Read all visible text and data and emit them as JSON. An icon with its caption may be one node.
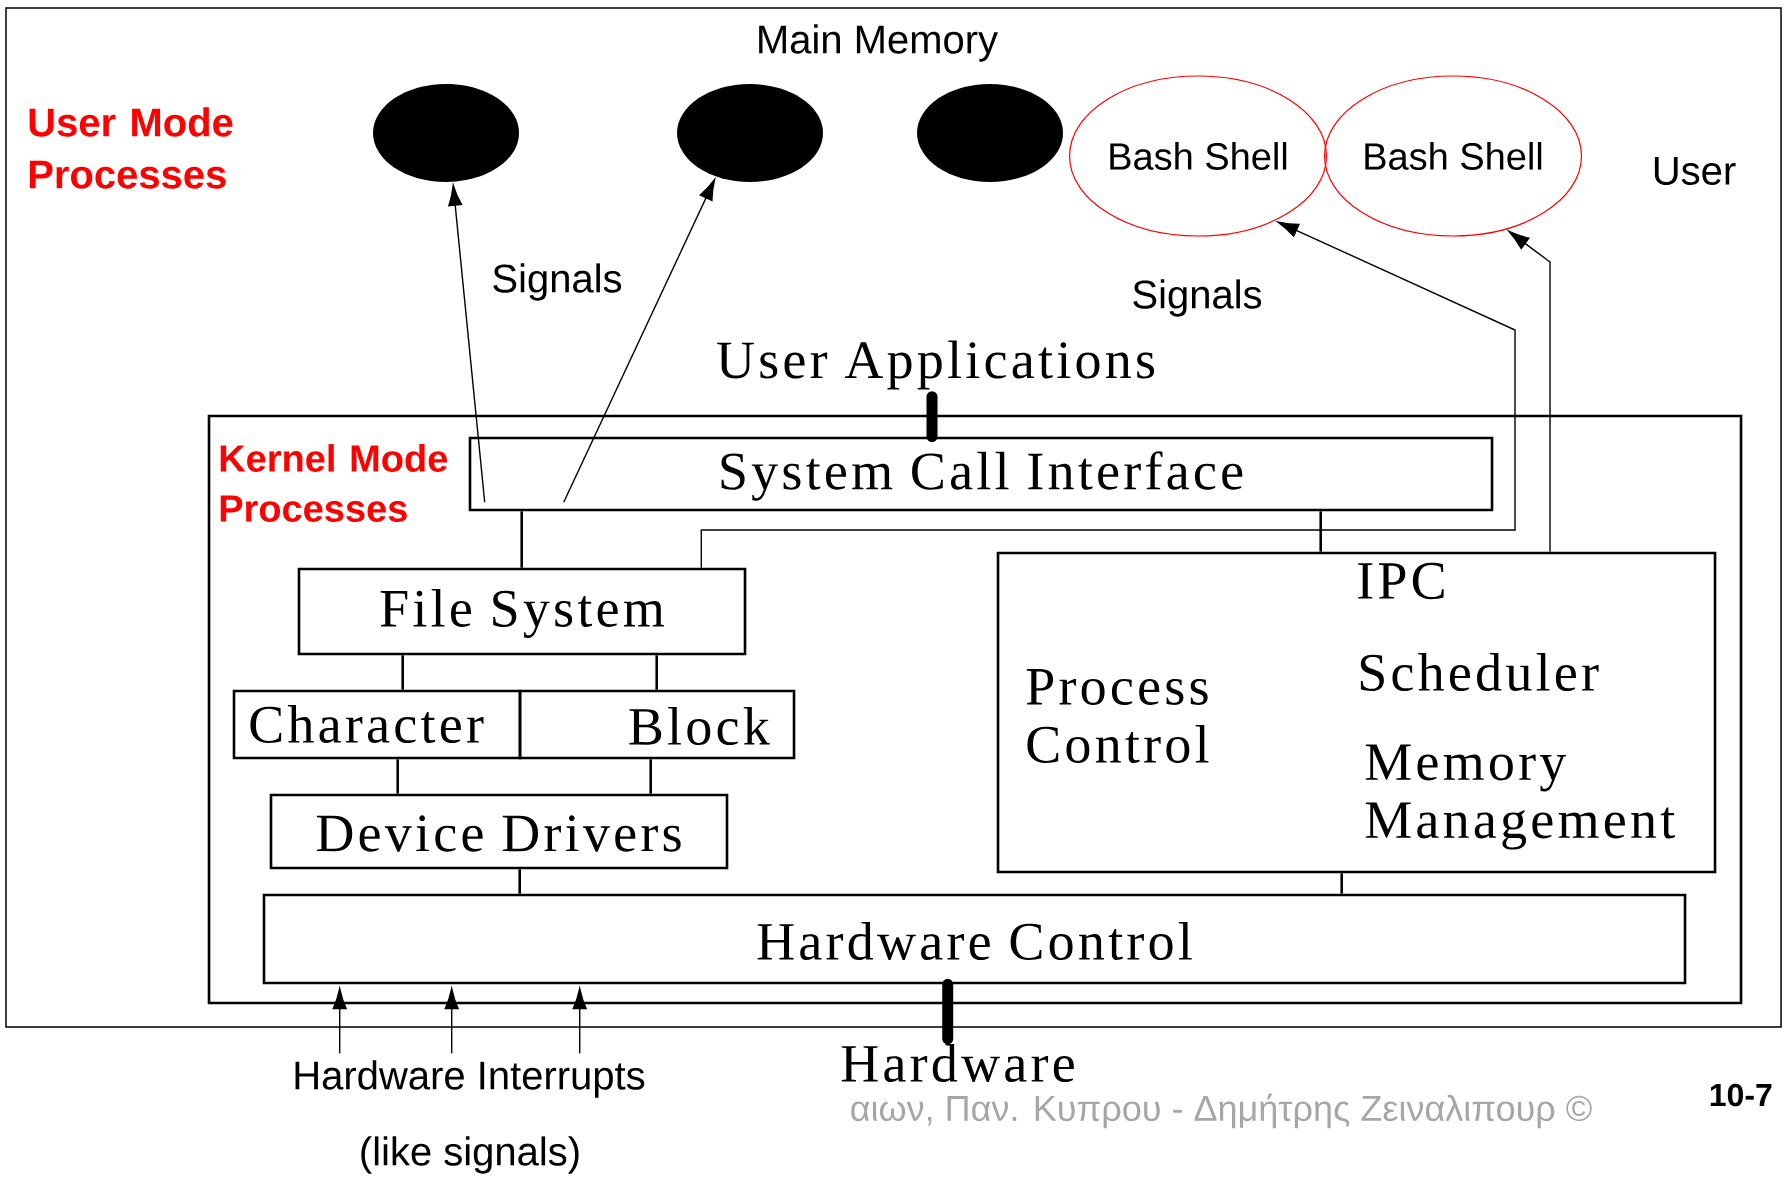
{
  "diagram": {
    "nodes": [
      {
        "text": [],
        "shape": "circle"
      },
      {
        "text": [],
        "shape": "circle"
      },
      {
        "text": [],
        "shape": "circle"
      },
      {
        "text": [
          "Bash Shell"
        ]
      },
      {
        "text": [
          "Bash Shell"
        ]
      },
      {
        "text": [
          "User Applications"
        ]
      },
      {
        "text": [
          "Kernel Mode Processes"
        ]
      },
      {
        "text": [
          "System Call Interface"
        ],
        "in": 6
      },
      {
        "text": [
          "File System"
        ],
        "in": 6
      },
      {
        "text": [
          "Character"
        ],
        "in": 6
      },
      {
        "text": [
          "Block"
        ],
        "in": 6
      },
      {
        "text": [
          "Device Drivers"
        ],
        "in": 6
      },
      {
        "text": [
          "IPC",
          "Process Control",
          "Scheduler",
          "Memory Management"
        ],
        "in": 6
      },
      {
        "text": [
          "Hardware Control"
        ],
        "in": 6
      },
      {
        "text": [
          "Hardware"
        ]
      },
      {
        "text": [
          "Hardware Interrupts",
          "(like signals)"
        ]
      }
    ],
    "edges": [
      {
        "from": 7,
        "to": 0,
        "arrow": "to"
      },
      {
        "from": 7,
        "to": 1,
        "arrow": "to"
      },
      {
        "from": 8,
        "to": 3,
        "arrow": "to"
      },
      {
        "from": 12,
        "to": 4,
        "arrow": "to"
      },
      {
        "from": 5,
        "to": 7,
        "arrow": "none",
        "style": "thick"
      },
      {
        "from": 7,
        "to": 8,
        "arrow": "none"
      },
      {
        "from": 7,
        "to": 12,
        "arrow": "none"
      },
      {
        "from": 8,
        "to": 9,
        "arrow": "none"
      },
      {
        "from": 8,
        "to": 10,
        "arrow": "none"
      },
      {
        "from": 9,
        "to": 11,
        "arrow": "none"
      },
      {
        "from": 10,
        "to": 11,
        "arrow": "none"
      },
      {
        "from": 11,
        "to": 13,
        "arrow": "none"
      },
      {
        "from": 12,
        "to": 13,
        "arrow": "none"
      },
      {
        "from": 13,
        "to": 14,
        "arrow": "none",
        "style": "thick"
      },
      {
        "from": 15,
        "to": 13,
        "arrow": "to"
      },
      {
        "from": 15,
        "to": 13,
        "arrow": "to"
      },
      {
        "from": 15,
        "to": 13,
        "arrow": "to"
      }
    ],
    "labels": [
      "Main Memory",
      "User Mode Processes",
      "User",
      "Signals",
      "Signals",
      "αιων, Παν. Κυπρου - Δημήτρης Ζειναλιπουρ ©",
      "10-7"
    ]
  }
}
